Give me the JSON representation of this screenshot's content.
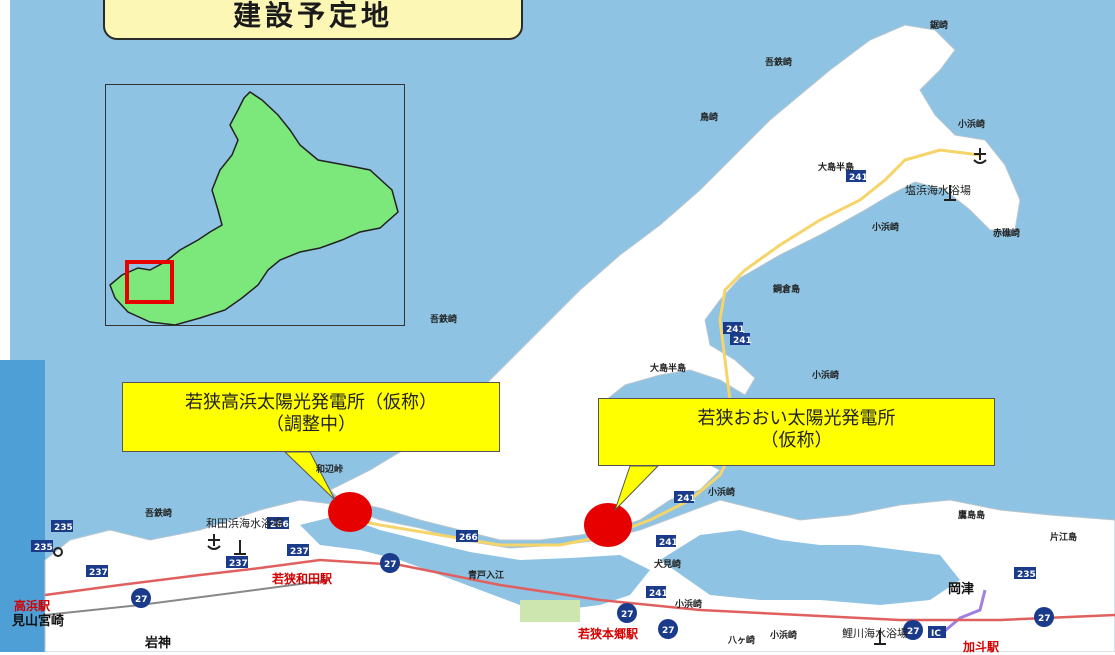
{
  "title": "建設予定地",
  "callouts": [
    {
      "line1": "若狭高浜太陽光発電所（仮称）",
      "line2": "（調整中）"
    },
    {
      "line1": "若狭おおい太陽光発電所",
      "line2": "（仮称）"
    }
  ],
  "place_labels": {
    "cape_top": "鋸崎",
    "cape1": "吾鉄崎",
    "cape2": "鳥崎",
    "cape3": "小浜崎",
    "peninsula1": "大島半島",
    "beach1": "塩浜海水浴場",
    "cape4": "小浜崎",
    "cape5": "赤礁崎",
    "island1": "鋼倉島",
    "cape6": "吾鉄崎",
    "peninsula2": "大島半島",
    "cape7": "小浜崎",
    "cape8": "小浜崎",
    "cape9": "吾鉄崎",
    "beach2": "和田浜海水浴場",
    "harbor": "青戸入江",
    "cape10": "犬見崎",
    "cape11": "小浜崎",
    "cape12": "小浜崎",
    "cape13": "八ヶ崎",
    "beach3": "鯉川海水浴場",
    "island2": "鷹島島",
    "cape14": "片江島",
    "town1": "岡津",
    "town2": "岩神",
    "town3": "見山宮崎",
    "station1": "若狭和田駅",
    "station2": "若狭本郷駅",
    "station3": "加斗駅",
    "station4": "高浜駅",
    "coast_top": "和辺峠"
  },
  "road_shields": {
    "r241a": "241",
    "r241b": "241",
    "r241c": "241",
    "r241d": "241",
    "r241e": "241",
    "r241f": "241",
    "r266a": "266",
    "r266b": "266",
    "r237a": "237",
    "r237b": "237",
    "r237c": "237",
    "r235a": "235",
    "r235b": "235",
    "r235c": "235"
  },
  "expressway_shields": {
    "e1": "27",
    "e2": "27",
    "e3": "27",
    "e4": "27",
    "e5": "27",
    "e6": "27"
  },
  "ic_label": "IC",
  "colors": {
    "sea": "#8ec3e3",
    "land": "#ffffff",
    "inset_land": "#7ce87c",
    "callout": "#ffff00",
    "marker": "#e60000",
    "title_box": "#fdf7b6",
    "road": "#f5d46a",
    "railway": "#888888",
    "expressway": "#e06060"
  },
  "map_icons": [
    "anchor-icon",
    "beach-icon",
    "station-icon"
  ]
}
